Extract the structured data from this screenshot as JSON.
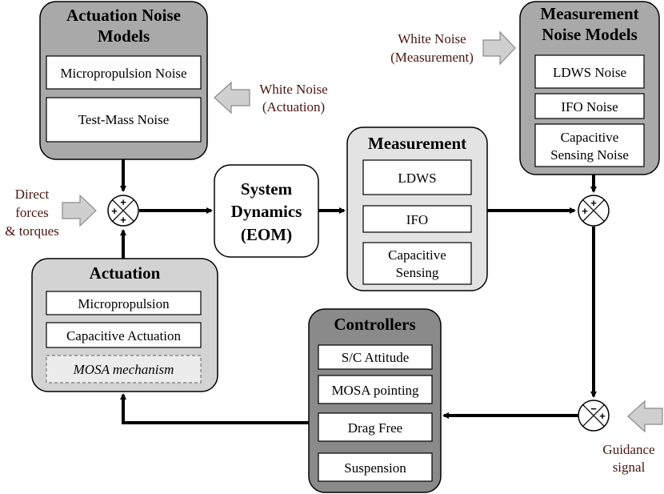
{
  "actuation_noise": {
    "title": [
      "Actuation Noise",
      "Models"
    ],
    "items": [
      "Micropropulsion Noise",
      "Test-Mass Noise"
    ],
    "color": "#a9a9a9"
  },
  "measurement_noise": {
    "title": [
      "Measurement",
      "Noise Models"
    ],
    "items": [
      "LDWS Noise",
      "IFO Noise",
      "Capacitive",
      "Sensing Noise"
    ],
    "color": "#a9a9a9"
  },
  "white_noise_actuation": [
    "White Noise",
    "(Actuation)"
  ],
  "white_noise_measurement": [
    "White Noise",
    "(Measurement)"
  ],
  "direct_forces": [
    "Direct",
    "forces",
    "& torques"
  ],
  "system_dynamics": [
    "System",
    "Dynamics",
    "(EOM)"
  ],
  "measurement": {
    "title": "Measurement",
    "items": [
      "LDWS",
      "IFO",
      "Capacitive",
      "Sensing"
    ],
    "color": "#e3e3e3"
  },
  "actuation": {
    "title": "Actuation",
    "items": [
      "Micropropulsion",
      "Capacitive Actuation",
      "MOSA mechanism"
    ],
    "color": "#d3d3d3"
  },
  "controllers": {
    "title": "Controllers",
    "items": [
      "S/C Attitude",
      "MOSA pointing",
      "Drag Free",
      "Suspension"
    ],
    "color": "#8a8a8a"
  },
  "guidance": [
    "Guidance",
    "signal"
  ],
  "signs": {
    "plus": "+",
    "minus": "−"
  }
}
